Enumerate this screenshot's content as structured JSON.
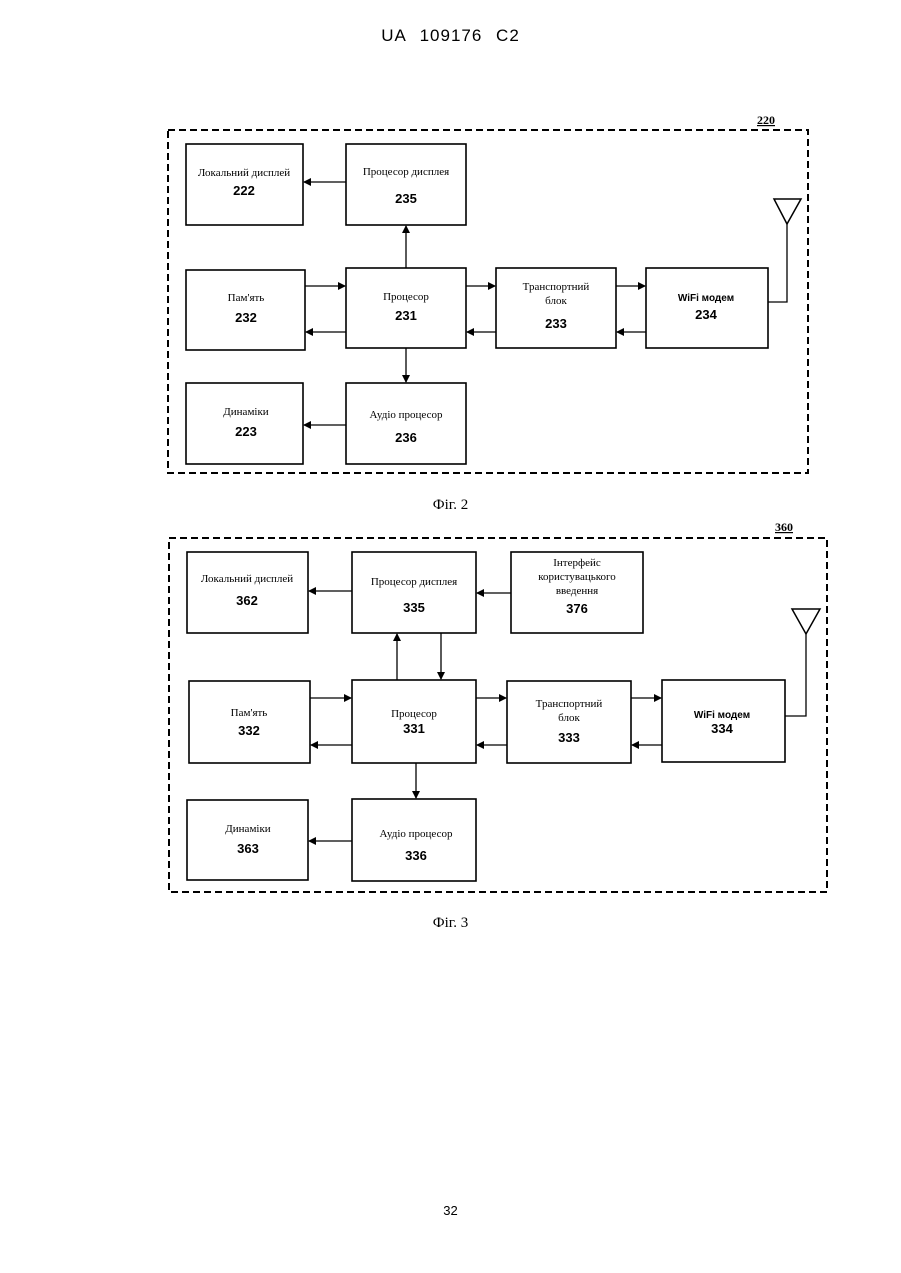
{
  "header": "UA   109176   C2",
  "page_number": "32",
  "fig2": {
    "caption": "Фіг. 2",
    "ref": "220",
    "blocks": {
      "local_display": {
        "label": "Локальний дисплей",
        "num": "222"
      },
      "display_processor": {
        "label": "Процесор дисплея",
        "num": "235"
      },
      "memory": {
        "label": "Пам'ять",
        "num": "232"
      },
      "processor": {
        "label": "Процесор",
        "num": "231"
      },
      "transport": {
        "label1": "Транспортний",
        "label2": "блок",
        "num": "233"
      },
      "wifi": {
        "label": "WiFi модем",
        "num": "234"
      },
      "speakers": {
        "label": "Динаміки",
        "num": "223"
      },
      "audio_processor": {
        "label": "Аудіо процесор",
        "num": "236"
      }
    }
  },
  "fig3": {
    "caption": "Фіг. 3",
    "ref": "360",
    "blocks": {
      "local_display": {
        "label": "Локальний дисплей",
        "num": "362"
      },
      "display_processor": {
        "label": "Процесор дисплея",
        "num": "335"
      },
      "ui": {
        "label1": "Інтерфейс",
        "label2": "користувацького",
        "label3": "введення",
        "num": "376"
      },
      "memory": {
        "label": "Пам'ять",
        "num": "332"
      },
      "processor": {
        "label": "Процесор",
        "num": "331"
      },
      "transport": {
        "label1": "Транспортний",
        "label2": "блок",
        "num": "333"
      },
      "wifi": {
        "label": "WiFi модем",
        "num": "334"
      },
      "speakers": {
        "label": "Динаміки",
        "num": "363"
      },
      "audio_processor": {
        "label": "Аудіо процесор",
        "num": "336"
      }
    }
  }
}
